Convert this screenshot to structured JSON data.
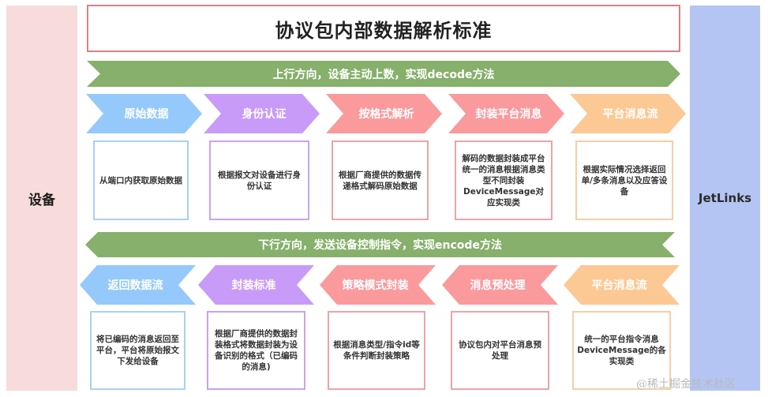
{
  "title": "协议包内部数据解析标准",
  "left_panel": {
    "label": "设备",
    "color": "#f8dcdc"
  },
  "right_panel": {
    "label": "JetLinks",
    "color": "#b4c5f4"
  },
  "upstream": {
    "band_label": "上行方向，设备主动上数，实现decode方法",
    "steps": [
      {
        "label": "原始数据",
        "desc": "从端口内获取原始数据",
        "color": "#95c9fb"
      },
      {
        "label": "身份认证",
        "desc": "根据报文对设备进行身份认证",
        "color": "#c89bf8"
      },
      {
        "label": "按格式解析",
        "desc": "根据厂商提供的数据传递格式解码原始数据",
        "color": "#fa9a9d"
      },
      {
        "label": "封装平台消息",
        "desc": "解码的数据封装成平台统一的消息根据消息类型不同封装DeviceMessage对应实现类",
        "color": "#fa9a9d"
      },
      {
        "label": "平台消息流",
        "desc": "根据实际情况选择返回单/多条消息以及应答设备",
        "color": "#fcc894"
      }
    ]
  },
  "downstream": {
    "band_label": "下行方向，发送设备控制指令，实现encode方法",
    "steps": [
      {
        "label": "返回数据流",
        "desc": "将已编码的消息返回至平台，平台将原始报文下发给设备",
        "color": "#95c9fb"
      },
      {
        "label": "封装标准",
        "desc": "根据厂商提供的数据封装格式将数据封装为设备识别的格式（已编码的消息)",
        "color": "#c89bf8"
      },
      {
        "label": "策略模式封装",
        "desc": "根据消息类型/指令id等条件判断封装策略",
        "color": "#fa9a9d"
      },
      {
        "label": "消息预处理",
        "desc": "协议包内对平台消息预处理",
        "color": "#fa9a9d"
      },
      {
        "label": "平台消息流",
        "desc": "统一的平台指令消息DeviceMessage的各实现类",
        "color": "#fcc894"
      }
    ]
  },
  "band_color": "#86b06b",
  "watermark": "@稀土掘金技术社区"
}
